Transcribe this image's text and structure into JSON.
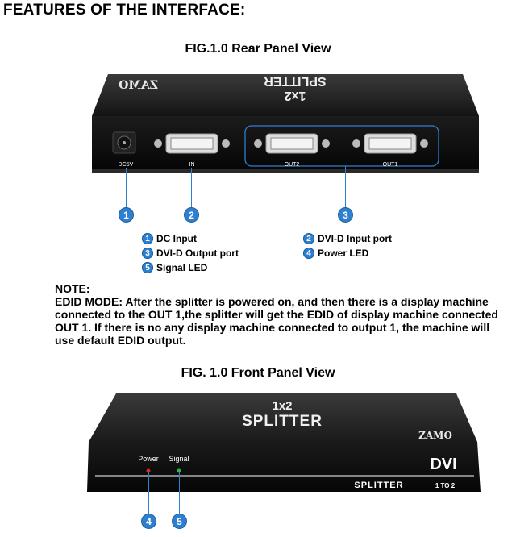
{
  "page": {
    "title": "FEATURES OF THE INTERFACE:",
    "rear_title": "FIG.1.0 Rear Panel View",
    "front_title": "FIG. 1.0 Front Panel View"
  },
  "rear_device": {
    "brand": "ZAMO",
    "model_line1": "1x2",
    "model_line2": "SPLITTER",
    "port_dc": "DC5V",
    "port_in": "IN",
    "port_out2": "OUT2",
    "port_out1": "OUT1"
  },
  "callouts": [
    {
      "num": "1"
    },
    {
      "num": "2"
    },
    {
      "num": "3"
    }
  ],
  "legend": [
    {
      "num": "1",
      "label": "DC Input"
    },
    {
      "num": "2",
      "label": "DVI-D Input port"
    },
    {
      "num": "3",
      "label": "DVI-D Output port"
    },
    {
      "num": "4",
      "label": "Power LED"
    },
    {
      "num": "5",
      "label": "Signal LED"
    }
  ],
  "note": {
    "heading": "NOTE:",
    "body": "EDID MODE: After the splitter is powered on, and then there is a display machine connected to the OUT 1,the splitter will get the EDID of display machine connected OUT 1. If there is no any display machine connected to output 1, the machine will use default EDID output."
  },
  "front_device": {
    "model_line1": "1x2",
    "model_line2": "SPLITTER",
    "brand": "ZAMO",
    "dvi": "DVI",
    "splitter_label": "SPLITTER",
    "splitter_sub": "1 TO 2",
    "power_label": "Power",
    "signal_label": "Signal",
    "callout_power": "4",
    "callout_signal": "5"
  },
  "colors": {
    "accent": "#2f7fd0",
    "device_top": "#1e1e1e",
    "device_front": "#0d0d0d",
    "power_led": "#d42a2a",
    "signal_led": "#2fb34a"
  }
}
